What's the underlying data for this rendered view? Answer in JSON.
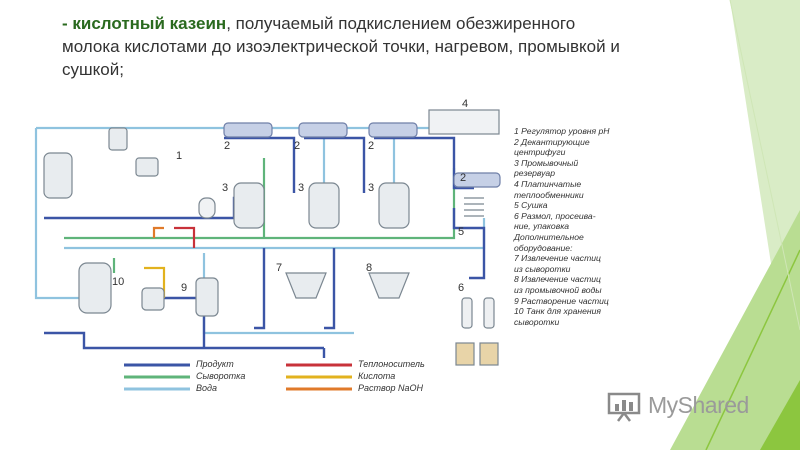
{
  "heading": {
    "keyword": "- кислотный казеин",
    "rest": ", получаемый подкислением обезжиренного молока кислотами до изоэлектрической точки, нагревом, промывкой и сушкой;"
  },
  "legend_numbered": [
    "1 Регулятор уровня рН",
    "2 Декантирующие",
    "центрифуги",
    "3 Промывочный",
    "резервуар",
    "4 Платинчатые",
    "теплообменники",
    "5 Сушка",
    "6 Размол, просеива-",
    "ние, упаковка",
    "Дополнительное",
    "оборудование:",
    "7 Извлечение частиц",
    "из сыворотки",
    "8 Извлечение частиц",
    "из промывочной воды",
    "9 Растворение частиц",
    "10 Танк для хранения",
    "сыворотки"
  ],
  "line_key": [
    {
      "label": "Продукт",
      "color": "#3b55a6"
    },
    {
      "label": "Сыворотка",
      "color": "#5fb47a"
    },
    {
      "label": "Вода",
      "color": "#8fc3df"
    },
    {
      "label": "Теплоноситель",
      "color": "#c8323a"
    },
    {
      "label": "Кислота",
      "color": "#e2b21e"
    },
    {
      "label": "Раствор NaOH",
      "color": "#e07a2a"
    }
  ],
  "unit_numbers": {
    "n1": "1",
    "n2a": "2",
    "n2b": "2",
    "n2c": "2",
    "n2d": "2",
    "n3a": "3",
    "n3b": "3",
    "n3c": "3",
    "n4": "4",
    "n5": "5",
    "n6": "6",
    "n7": "7",
    "n8": "8",
    "n9": "9",
    "n10": "10"
  },
  "logo": {
    "text": "MyShared",
    "icon": "presentation-board-icon"
  },
  "colors": {
    "accent_green": "#8cc63f",
    "heading_keyword": "#2a6a1f"
  }
}
